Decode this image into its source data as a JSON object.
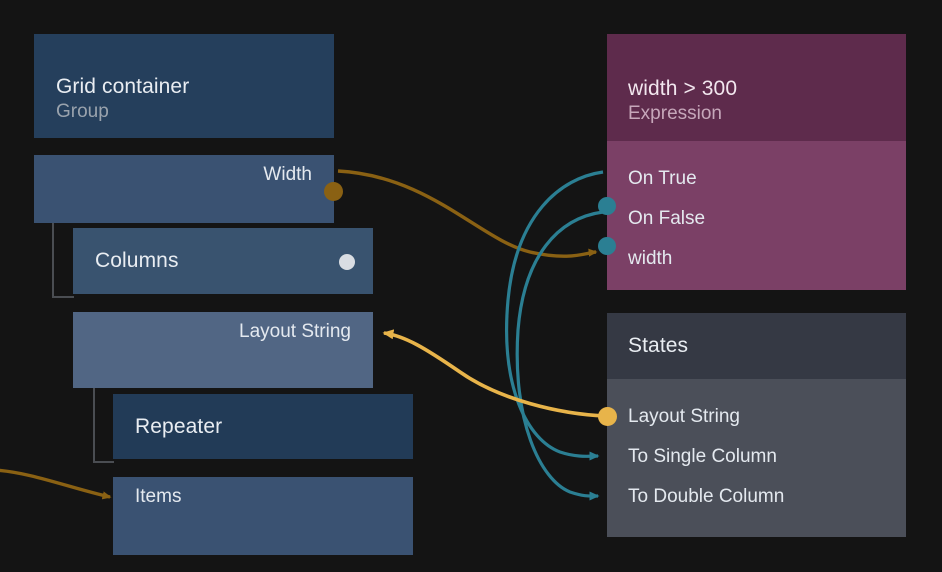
{
  "graph": {
    "background_color": "#141414",
    "title": "Node graph editor canvas",
    "nodes": [
      {
        "id": "grid-container",
        "title": "Grid container",
        "subtitle": "Group",
        "accent_color": "#253f5c",
        "ports": [
          {
            "label": "Width",
            "side": "right",
            "type": "output",
            "dot_color": "#8a6113",
            "shape": "circle"
          }
        ]
      },
      {
        "id": "columns",
        "title": "Columns",
        "subtitle": "",
        "accent_color": "#39536f",
        "header_dot_color": "#d9dde3",
        "ports": [
          {
            "label": "Layout String",
            "side": "right",
            "type": "input",
            "dot_color": "#e8b44a",
            "shape": "arrow"
          }
        ]
      },
      {
        "id": "repeater",
        "title": "Repeater",
        "subtitle": "",
        "accent_color": "#223b57",
        "ports": [
          {
            "label": "Items",
            "side": "left",
            "type": "input",
            "dot_color": "#8a6113",
            "shape": "arrow"
          }
        ]
      },
      {
        "id": "expression",
        "title": "width > 300",
        "subtitle": "Expression",
        "accent_color": "#5e2b4c",
        "ports": [
          {
            "label": "On True",
            "side": "left",
            "type": "output",
            "dot_color": "#2b7f93",
            "shape": "circle"
          },
          {
            "label": "On False",
            "side": "left",
            "type": "output",
            "dot_color": "#2b7f93",
            "shape": "circle"
          },
          {
            "label": "width",
            "side": "left",
            "type": "input",
            "dot_color": "#8a6113",
            "shape": "arrow"
          }
        ]
      },
      {
        "id": "states",
        "title": "States",
        "subtitle": "",
        "accent_color": "#353944",
        "ports": [
          {
            "label": "Layout String",
            "side": "left",
            "type": "output",
            "dot_color": "#e8b44a",
            "shape": "circle"
          },
          {
            "label": "To Single Column",
            "side": "left",
            "type": "input",
            "dot_color": "#2b7f93",
            "shape": "arrow"
          },
          {
            "label": "To Double Column",
            "side": "left",
            "type": "input",
            "dot_color": "#2b7f93",
            "shape": "arrow"
          }
        ]
      }
    ],
    "connections": [
      {
        "from": "grid-container.Width",
        "to": "expression.width",
        "color": "#8a6113"
      },
      {
        "from": "expression.On True",
        "to": "states.To Single Column",
        "color": "#2b7f93"
      },
      {
        "from": "expression.On False",
        "to": "states.To Double Column",
        "color": "#2b7f93"
      },
      {
        "from": "states.Layout String",
        "to": "columns.Layout String",
        "color": "#e8b44a"
      },
      {
        "from": "offscreen",
        "to": "repeater.Items",
        "color": "#8a6113"
      }
    ]
  }
}
